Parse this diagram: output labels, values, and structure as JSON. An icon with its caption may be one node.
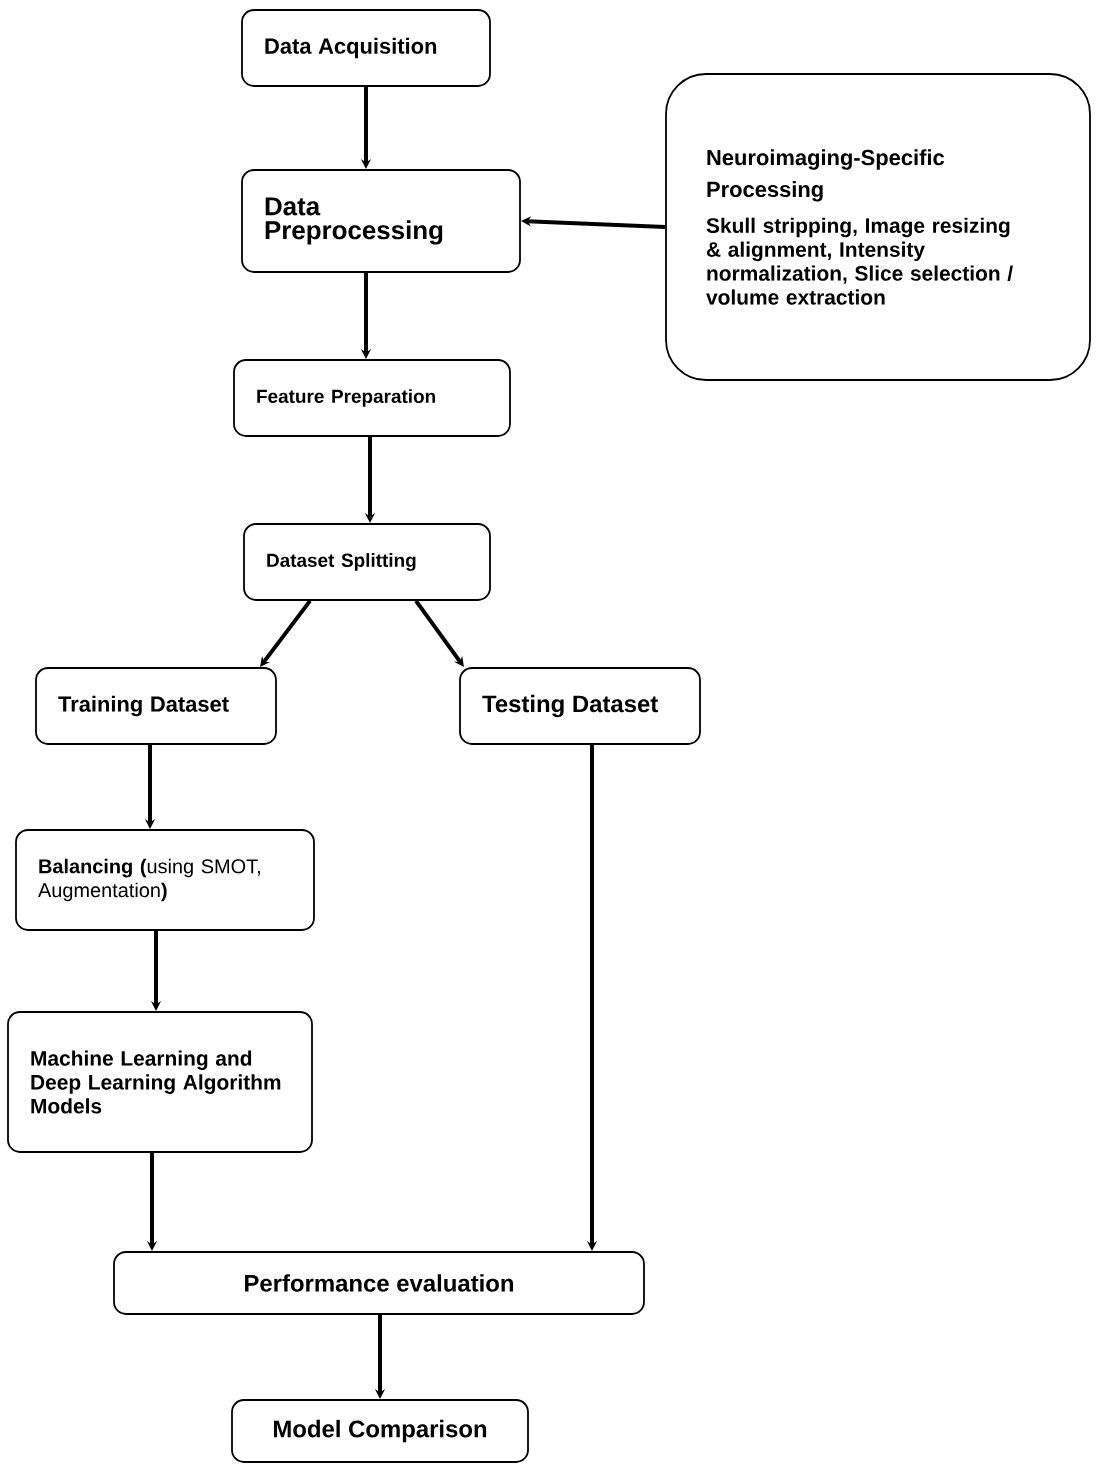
{
  "diagram": {
    "nodes": [
      {
        "text": [
          "Data Acquisition"
        ]
      },
      {
        "text": [
          "Data Preprocessing"
        ]
      },
      {
        "text": [
          "Neuroimaging-Specific Processing",
          "Skull stripping, Image resizing & alignment, Intensity normalization, Slice selection / volume extraction"
        ]
      },
      {
        "text": [
          "Feature Preparation"
        ]
      },
      {
        "text": [
          "Dataset Splitting"
        ]
      },
      {
        "text": [
          "Training Dataset"
        ]
      },
      {
        "text": [
          "Testing Dataset"
        ]
      },
      {
        "text": [
          "**Balancing (**using SMOT, Augmentation**)**"
        ]
      },
      {
        "text": [
          "Machine Learning and Deep Learning Algorithm Models"
        ]
      },
      {
        "text": [
          "Performance evaluation"
        ]
      },
      {
        "text": [
          "Model Comparison"
        ]
      }
    ],
    "edges": [
      {
        "from": 0,
        "to": 1,
        "arrow": "to"
      },
      {
        "from": 2,
        "to": 1,
        "arrow": "to"
      },
      {
        "from": 1,
        "to": 3,
        "arrow": "to"
      },
      {
        "from": 3,
        "to": 4,
        "arrow": "to"
      },
      {
        "from": 4,
        "to": 5,
        "arrow": "to"
      },
      {
        "from": 4,
        "to": 6,
        "arrow": "to"
      },
      {
        "from": 5,
        "to": 7,
        "arrow": "to"
      },
      {
        "from": 7,
        "to": 8,
        "arrow": "to"
      },
      {
        "from": 8,
        "to": 9,
        "arrow": "to"
      },
      {
        "from": 6,
        "to": 9,
        "arrow": "to"
      },
      {
        "from": 9,
        "to": 10,
        "arrow": "to"
      }
    ]
  }
}
